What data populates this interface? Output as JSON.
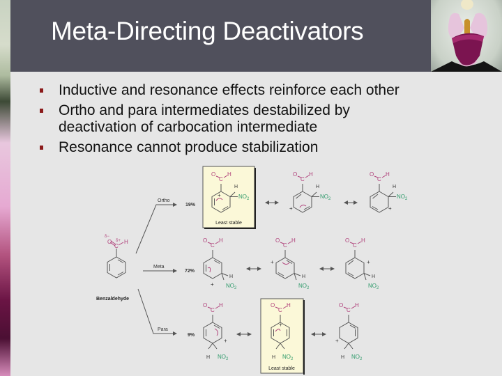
{
  "slide": {
    "title": "Meta-Directing Deactivators",
    "bullets": [
      {
        "text": "Inductive and resonance effects reinforce each other"
      },
      {
        "text": "Ortho and para intermediates destabilized by deactivation of carbocation intermediate"
      },
      {
        "text": "Resonance cannot produce stabilization"
      }
    ],
    "colors": {
      "title_bar": "#50505c",
      "background": "#e6e6e6",
      "bullet_marker": "#8b1a1a",
      "aldehyde_group": "#b0407a",
      "nitro_group": "#2e9a6a",
      "highlight_box": "#fbf8d8"
    }
  },
  "diagram": {
    "start_compound": "Benzaldehyde",
    "delta_minus": "δ−",
    "delta_plus": "δ+",
    "highlight_label": "Least stable",
    "atoms": {
      "O": "O",
      "C": "C",
      "H": "H",
      "NO2": "NO",
      "sub2": "2",
      "plus": "+"
    },
    "pathways": [
      {
        "name": "Ortho",
        "percent": "19%",
        "least_stable_index": 0
      },
      {
        "name": "Meta",
        "percent": "72%",
        "least_stable_index": null
      },
      {
        "name": "Para",
        "percent": "9%",
        "least_stable_index": 1
      }
    ],
    "resonance_arrow": "⟷"
  }
}
